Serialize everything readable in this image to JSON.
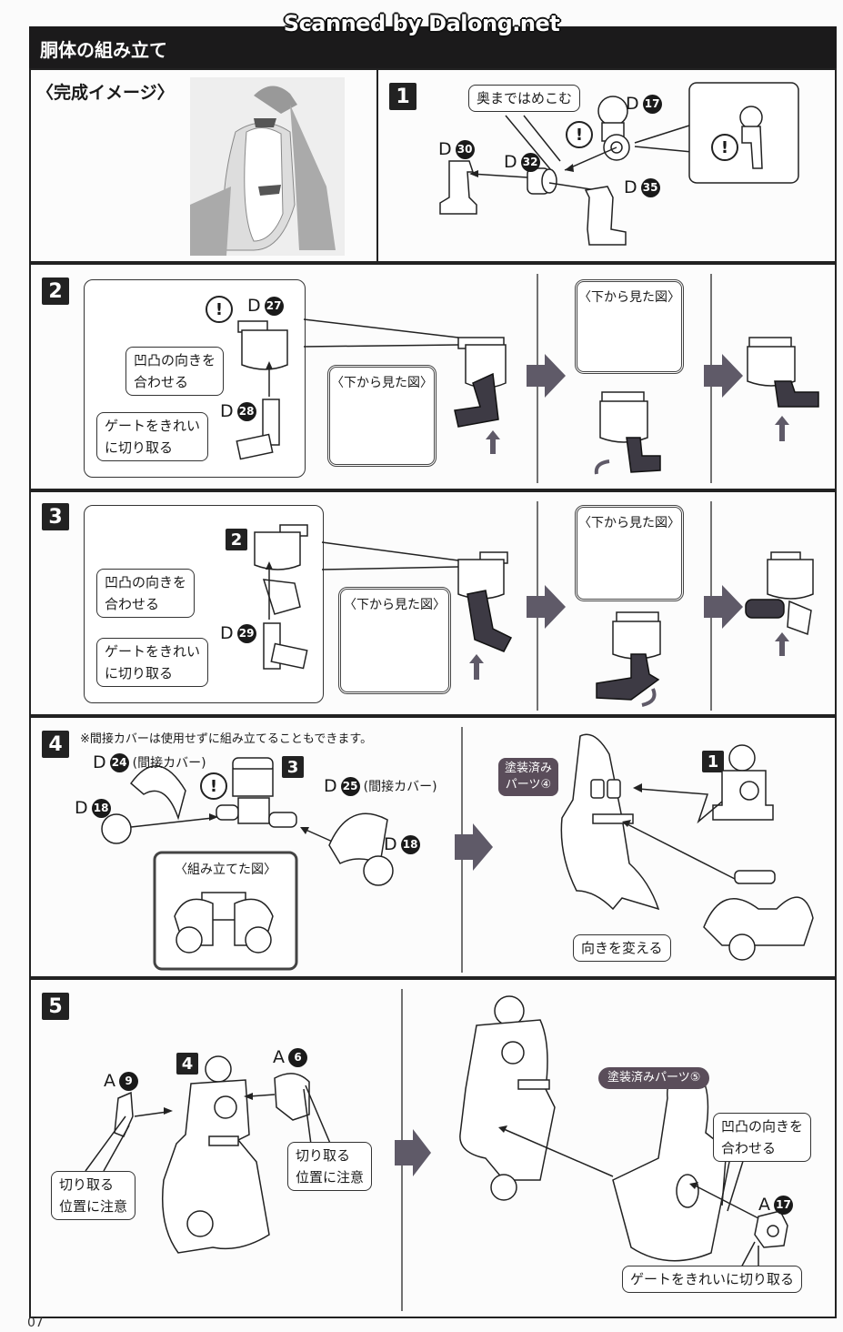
{
  "watermark": "Scanned by Dalong.net",
  "section_title": "胴体の組み立て",
  "completed_image": {
    "label": "〈完成イメージ〉",
    "image": "completed-figure-photo"
  },
  "steps": [
    {
      "number": "1",
      "callouts": [
        "奥まではめこむ"
      ],
      "parts": [
        {
          "runner": "D",
          "number": "17"
        },
        {
          "runner": "D",
          "number": "30"
        },
        {
          "runner": "D",
          "number": "32"
        },
        {
          "runner": "D",
          "number": "35"
        }
      ],
      "notes": [
        "caution-mark",
        "caution-mark"
      ]
    },
    {
      "number": "2",
      "callouts": [
        "凹凸の向きを合わせる",
        "ゲートをきれいに切り取る"
      ],
      "callout_lines": [
        [
          "凹凸の向きを",
          "合わせる"
        ],
        [
          "ゲートをきれい",
          "に切り取る"
        ]
      ],
      "parts": [
        {
          "runner": "D",
          "number": "27"
        },
        {
          "runner": "D",
          "number": "28"
        }
      ],
      "inset_labels": [
        "〈下から見た図〉",
        "〈下から見た図〉"
      ]
    },
    {
      "number": "3",
      "subassembly": "2",
      "callout_lines": [
        [
          "凹凸の向きを",
          "合わせる"
        ],
        [
          "ゲートをきれい",
          "に切り取る"
        ]
      ],
      "parts": [
        {
          "runner": "D",
          "number": "29"
        }
      ],
      "inset_labels": [
        "〈下から見た図〉",
        "〈下から見た図〉"
      ]
    },
    {
      "number": "4",
      "note": "※間接カバーは使用せずに組み立てることもできます。",
      "subassemblies": [
        "3",
        "1"
      ],
      "parts": [
        {
          "runner": "D",
          "number": "24",
          "name": "(間接カバー)"
        },
        {
          "runner": "D",
          "number": "25",
          "name": "(間接カバー)"
        },
        {
          "runner": "D",
          "number": "18"
        },
        {
          "runner": "D",
          "number": "18"
        }
      ],
      "inset_label": "〈組み立てた図〉",
      "painted_badge": [
        "塗装済み",
        "パーツ④"
      ],
      "callouts": [
        "向きを変える"
      ]
    },
    {
      "number": "5",
      "subassembly": "4",
      "parts": [
        {
          "runner": "A",
          "number": "9"
        },
        {
          "runner": "A",
          "number": "6"
        },
        {
          "runner": "A",
          "number": "17"
        }
      ],
      "callout_lines": [
        [
          "切り取る",
          "位置に注意"
        ],
        [
          "切り取る",
          "位置に注意"
        ],
        [
          "凹凸の向きを",
          "合わせる"
        ]
      ],
      "callouts": [
        "ゲートをきれいに切り取る"
      ],
      "painted_badge": "塗装済みパーツ⑤"
    }
  ],
  "page_number": "07",
  "colors": {
    "header": "#1b1a1b",
    "badge": "#5a4d5a",
    "dark_part": "#3d3a44",
    "arrow": "#5f5a68"
  }
}
